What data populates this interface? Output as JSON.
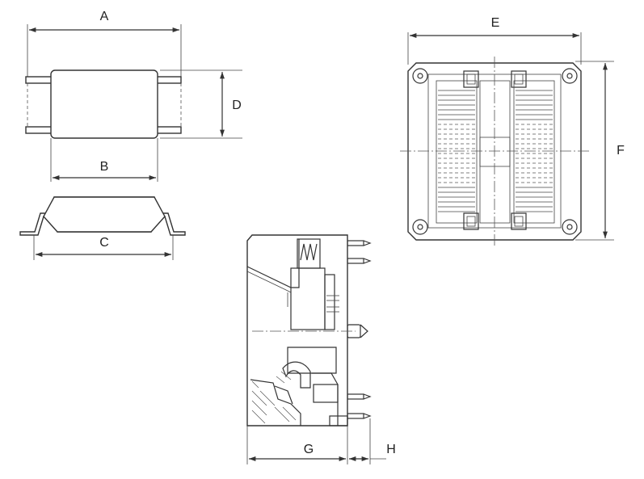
{
  "dimensions": {
    "A": "A",
    "B": "B",
    "C": "C",
    "D": "D",
    "E": "E",
    "F": "F",
    "G": "G",
    "H": "H"
  }
}
